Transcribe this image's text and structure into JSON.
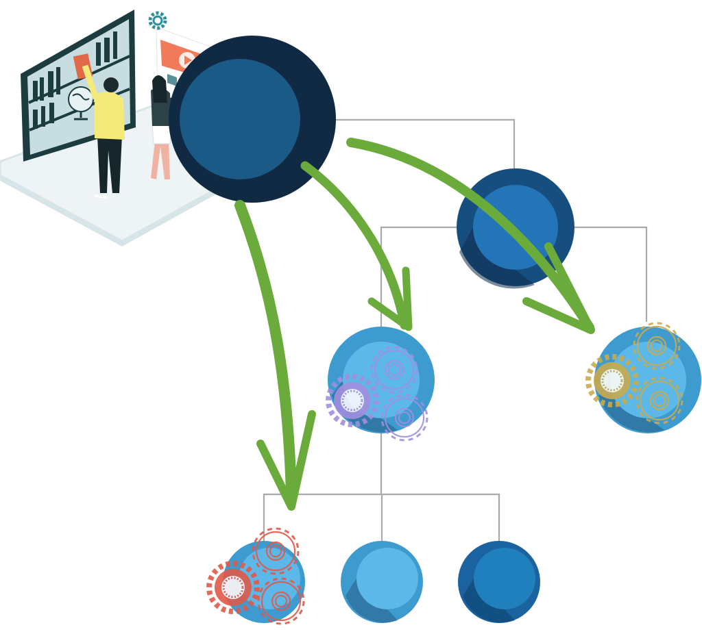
{
  "colors": {
    "background": "#ffffff",
    "connector": "#a7a9ac",
    "arrow": "#6aab3c",
    "root_outer": "#112a44",
    "root_inner": "#1b5a87",
    "level1_outer": "#174e80",
    "level1_inner": "#2474b8",
    "light_outer": "#3d9bd0",
    "light_inner": "#5cb8e8",
    "mid_outer": "#1a63a0",
    "mid_inner": "#2080bd",
    "gear_purple": "#a28ee0",
    "gear_gold": "#c9ab4e",
    "gear_red": "#e0594a",
    "platform": "#eef4f6",
    "platform_edge": "#d7e4e8",
    "monitor": "#1d3c40",
    "shelf_bg": "#c8dde0",
    "video_panel": "#f07a5a"
  },
  "nodes": [
    {
      "id": "root",
      "style": "root",
      "gears": "none"
    },
    {
      "id": "level1",
      "style": "level1",
      "gears": "none"
    },
    {
      "id": "mid-left",
      "style": "light",
      "gears": "purple"
    },
    {
      "id": "mid-right",
      "style": "light",
      "gears": "gold"
    },
    {
      "id": "leaf-left",
      "style": "light",
      "gears": "red"
    },
    {
      "id": "leaf-middle",
      "style": "light",
      "gears": "none"
    },
    {
      "id": "leaf-right",
      "style": "mid",
      "gears": "none"
    }
  ],
  "connectors": [
    [
      "root",
      "level1"
    ],
    [
      "level1",
      "mid-left"
    ],
    [
      "level1",
      "mid-right"
    ],
    [
      "mid-left",
      "leaf-left"
    ],
    [
      "mid-left",
      "leaf-middle"
    ],
    [
      "mid-left",
      "leaf-right"
    ]
  ],
  "arrows": [
    {
      "from": "root",
      "to": "leaf-left"
    },
    {
      "from": "root",
      "to": "mid-left"
    },
    {
      "from": "root",
      "to": "mid-right"
    }
  ],
  "icons": [
    "gear-icon",
    "play-icon",
    "globe-icon",
    "book-icon"
  ]
}
